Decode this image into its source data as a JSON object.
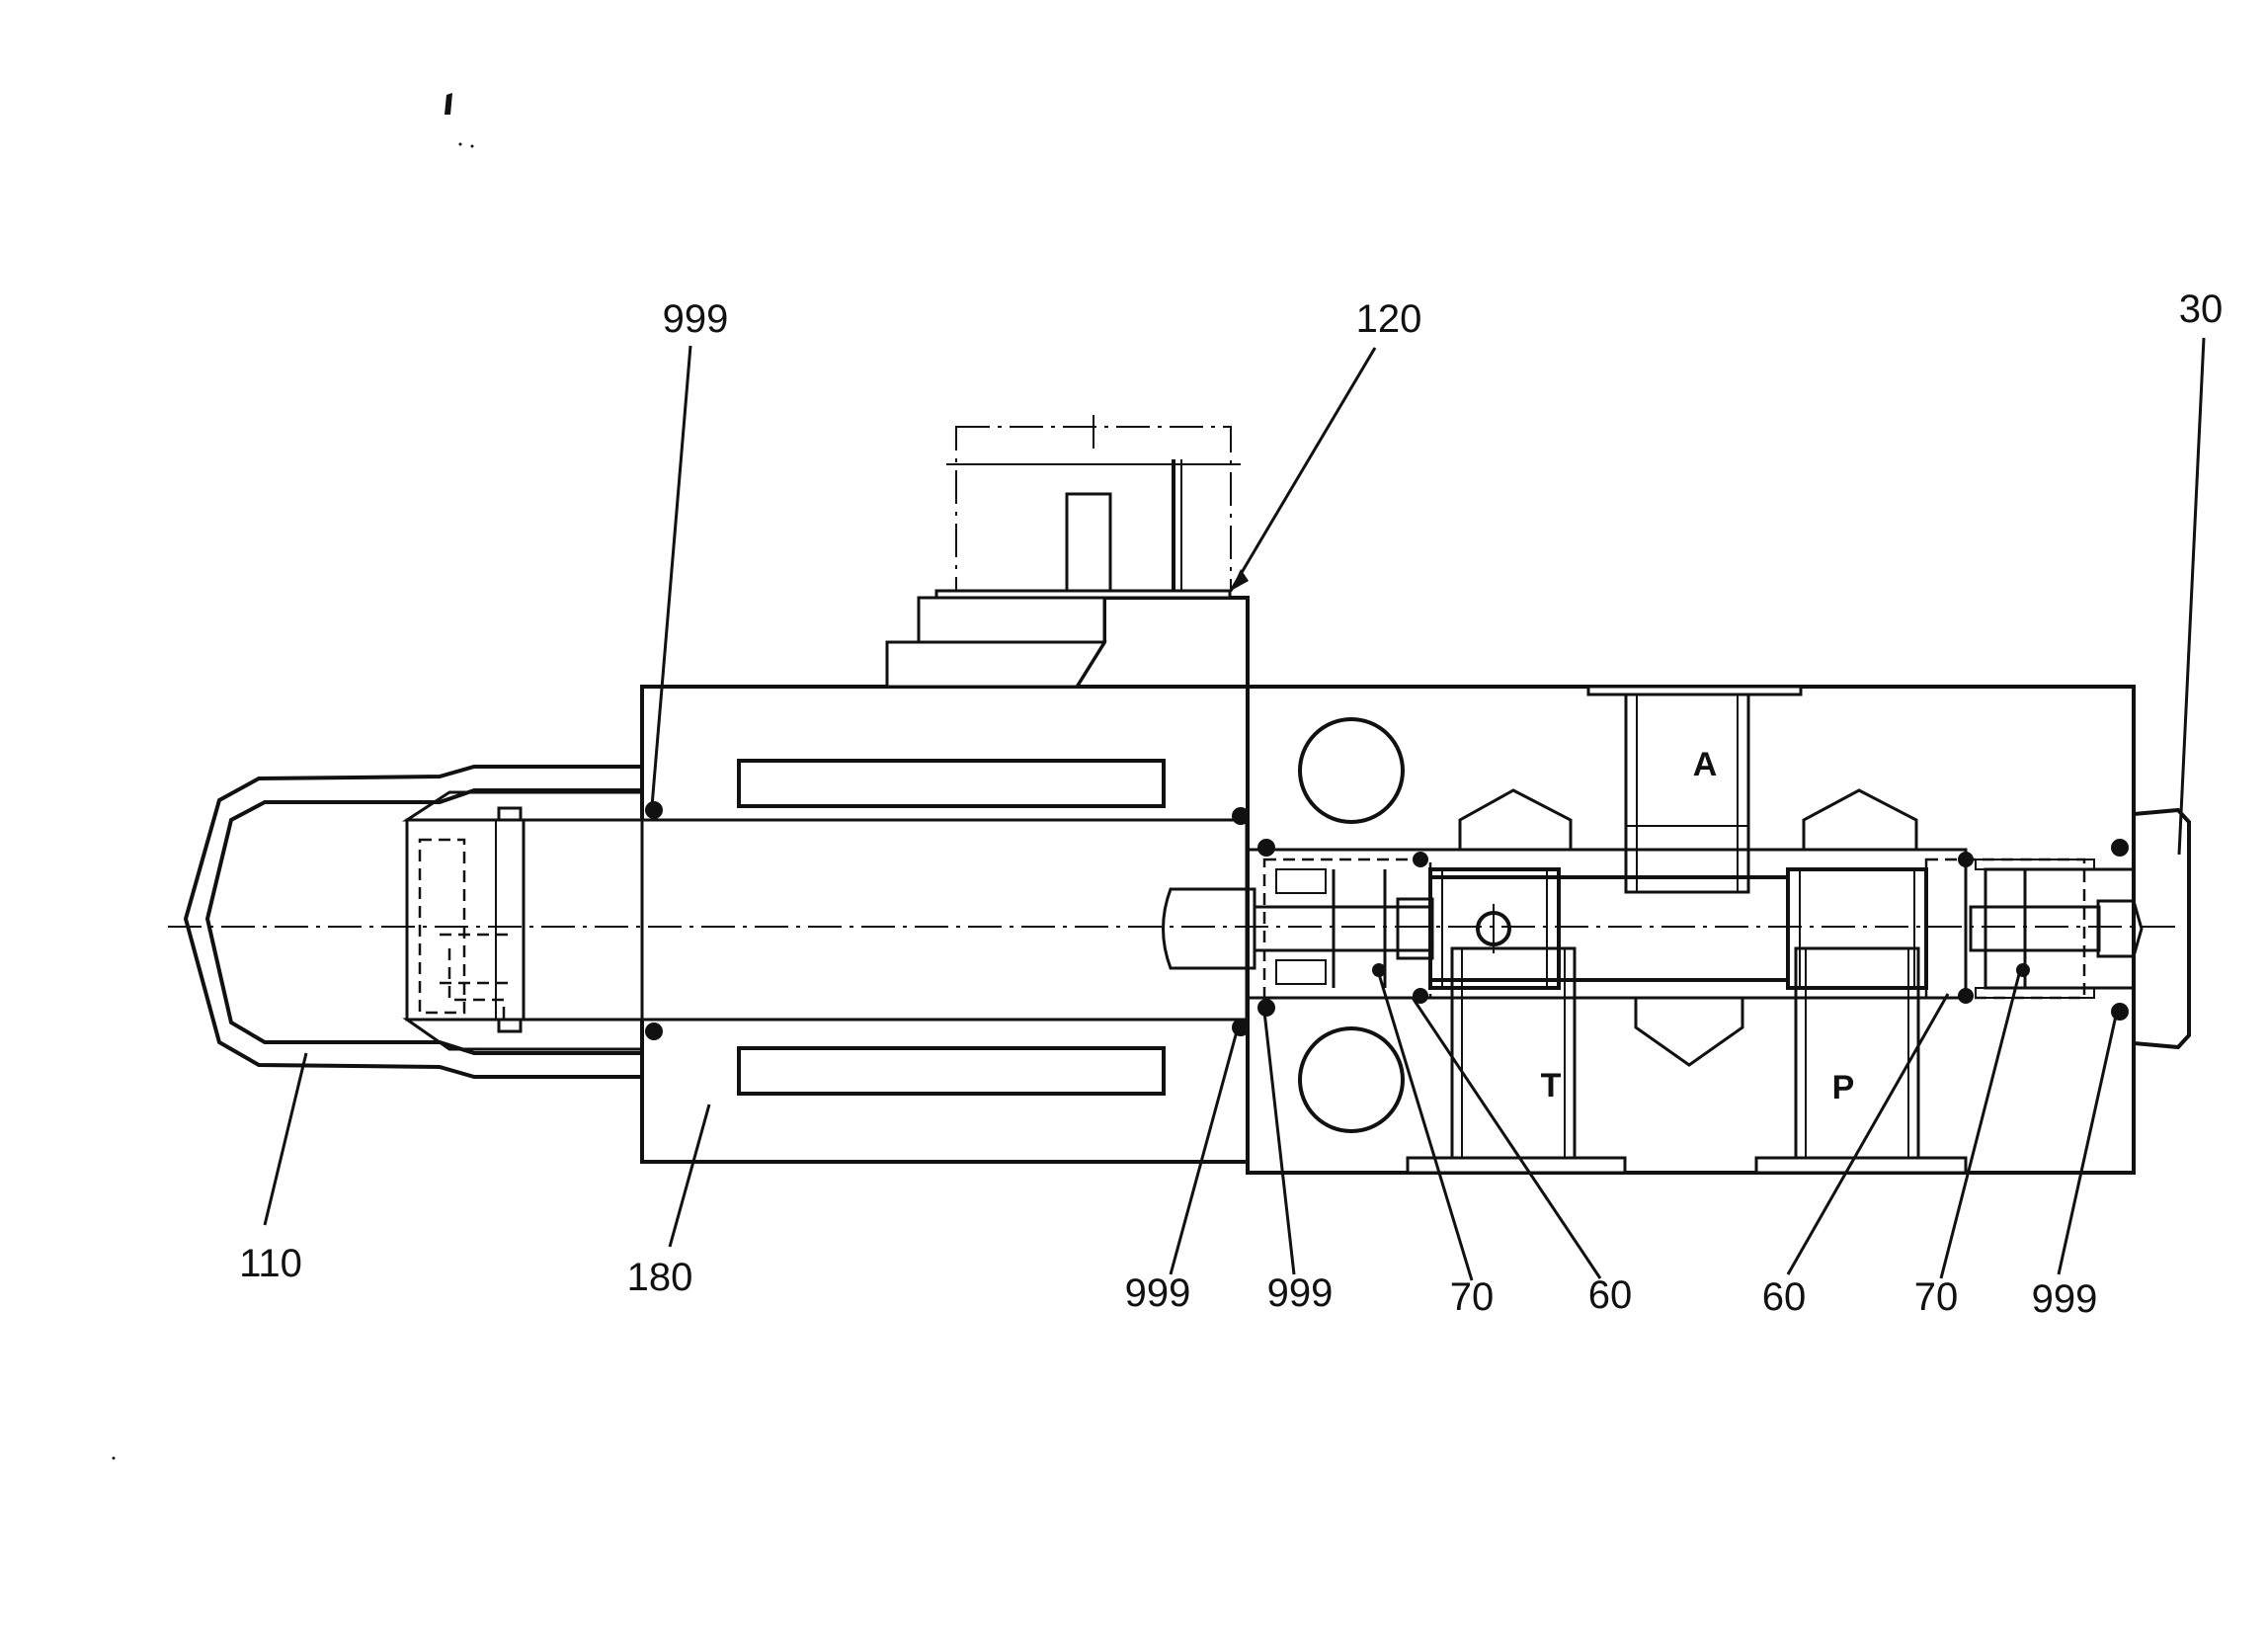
{
  "drawing": {
    "callouts": [
      {
        "id": "c-999-top",
        "text": "999"
      },
      {
        "id": "c-120",
        "text": "120"
      },
      {
        "id": "c-30",
        "text": "30"
      },
      {
        "id": "c-110",
        "text": "110"
      },
      {
        "id": "c-180",
        "text": "180"
      },
      {
        "id": "c-999-a",
        "text": "999"
      },
      {
        "id": "c-999-b",
        "text": "999"
      },
      {
        "id": "c-70-left",
        "text": "70"
      },
      {
        "id": "c-60-left",
        "text": "60"
      },
      {
        "id": "c-60-right",
        "text": "60"
      },
      {
        "id": "c-70-right",
        "text": "70"
      },
      {
        "id": "c-999-right",
        "text": "999"
      }
    ],
    "ports": {
      "a": "A",
      "t": "T",
      "p": "P"
    }
  }
}
